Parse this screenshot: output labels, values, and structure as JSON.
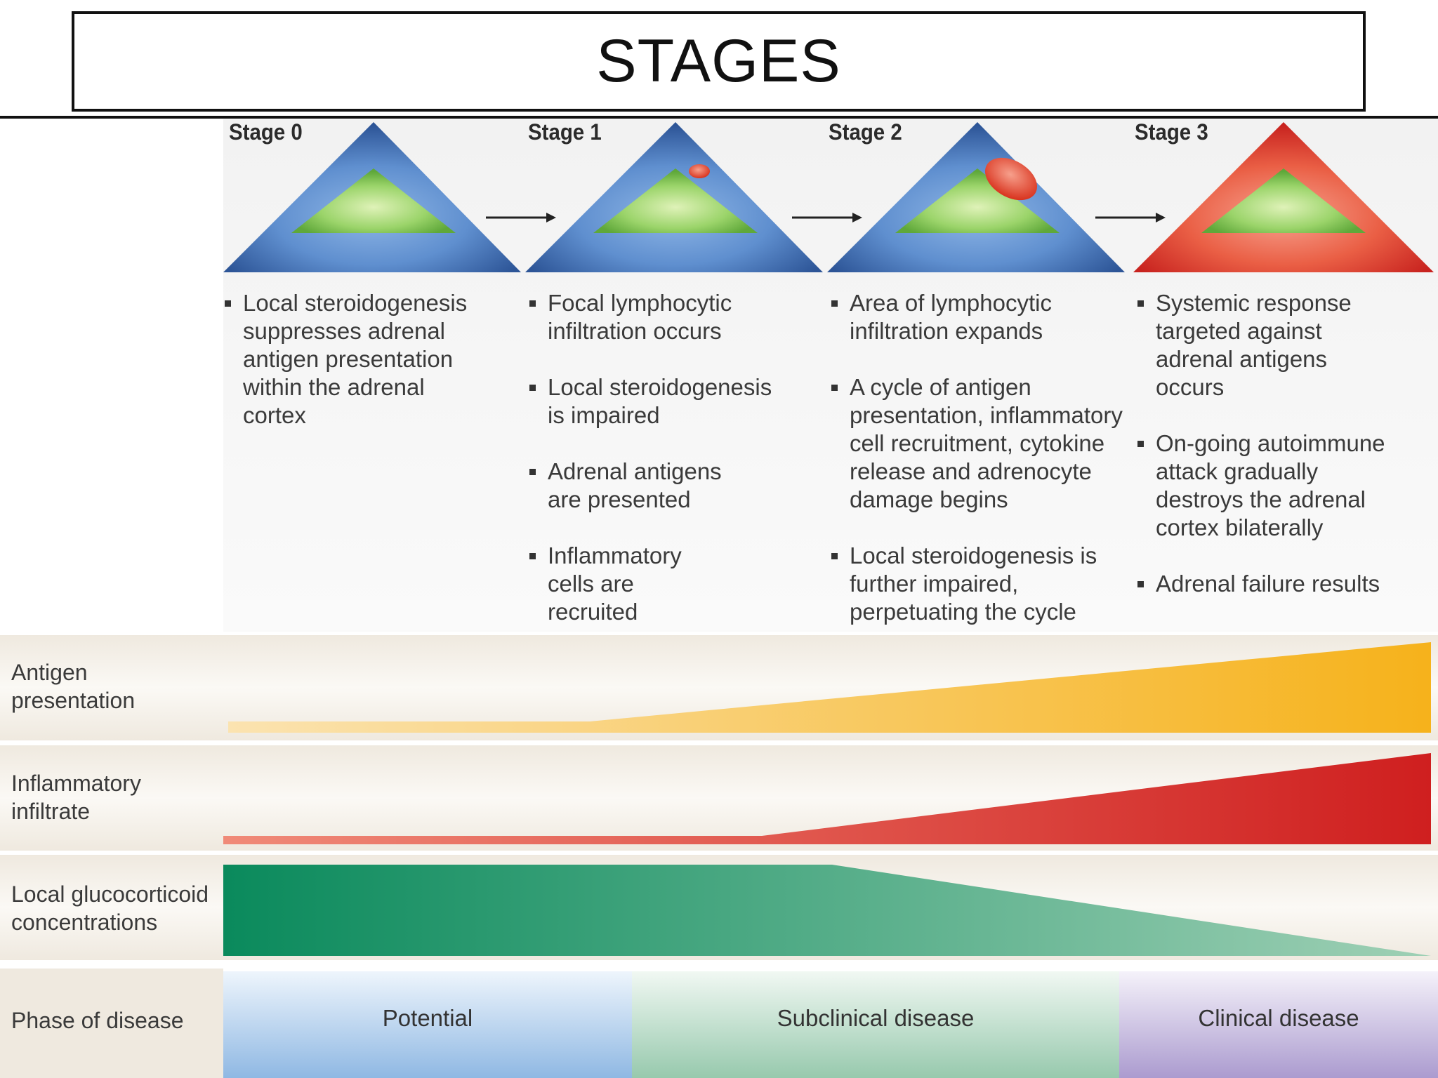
{
  "title": "STAGES",
  "stages": [
    {
      "label": "Stage 0",
      "bullets": [
        "Local steroidogenesis suppresses adrenal antigen presentation within the adrenal cortex"
      ]
    },
    {
      "label": "Stage 1",
      "bullets": [
        "Focal lymphocytic infiltration occurs",
        "Local steroidogenesis is impaired",
        "Adrenal antigens are presented",
        "Inflammatory cells are recruited"
      ]
    },
    {
      "label": "Stage 2",
      "bullets": [
        "Area of lymphocytic infiltration expands",
        "A cycle of antigen presentation, inflammatory cell recruitment, cytokine release and adrenocyte damage begins",
        "Local steroidogenesis is further impaired, perpetuating the cycle"
      ]
    },
    {
      "label": "Stage 3",
      "bullets": [
        "Systemic response targeted against adrenal antigens occurs",
        "On-going autoimmune attack gradually destroys the adrenal cortex bilaterally",
        "Adrenal failure results"
      ]
    }
  ],
  "rows": {
    "antigen": {
      "label_line1": "Antigen",
      "label_line2": "presentation",
      "color": "#f6b21b"
    },
    "inflammatory": {
      "label_line1": "Inflammatory",
      "label_line2": "infiltrate",
      "color": "#cf1f1f"
    },
    "glucocorticoid": {
      "label_line1": "Local glucocorticoid",
      "label_line2": "concentrations",
      "color": "#0d8a5e"
    }
  },
  "phase": {
    "label": "Phase of disease",
    "phases": [
      {
        "name": "Potential",
        "color": "#9fc3e8"
      },
      {
        "name": "Subclinical disease",
        "color": "#a9d4bd"
      },
      {
        "name": "Clinical disease",
        "color": "#b9a9d6"
      }
    ]
  },
  "colors": {
    "stage_blue": "#3a65a8",
    "stage_red": "#d9382e",
    "core_green": "#7cbf4a",
    "lesion_red": "#e8452e"
  }
}
